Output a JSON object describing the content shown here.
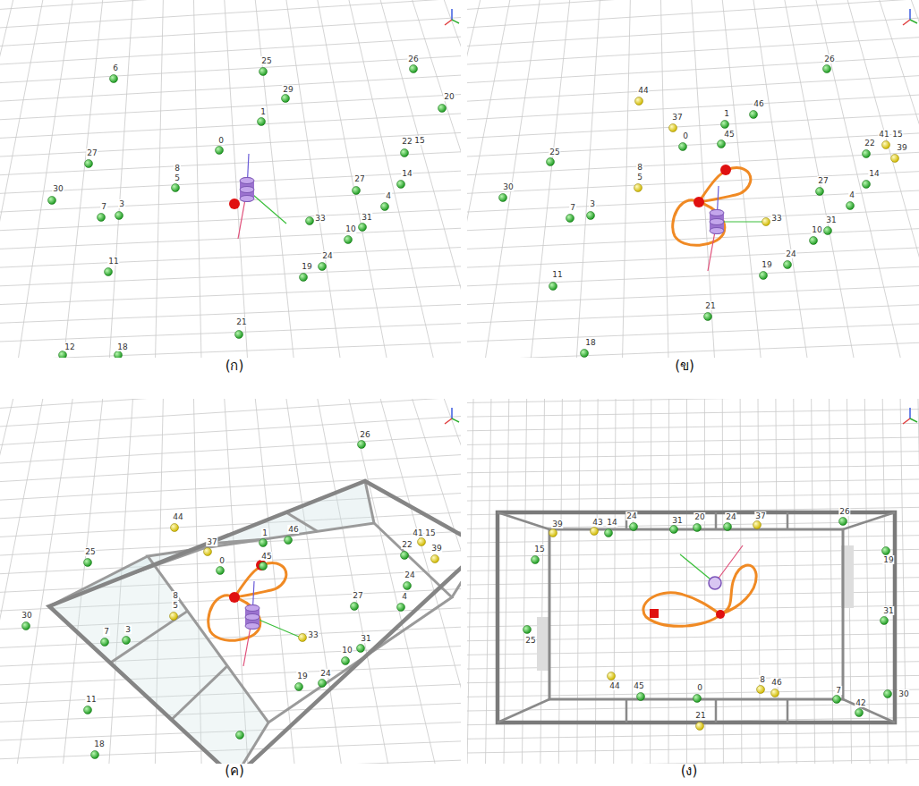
{
  "diagram": {
    "labels": [
      "6",
      "25",
      "26",
      "29",
      "1",
      "0",
      "20",
      "22",
      "15",
      "27",
      "8",
      "5",
      "27",
      "14",
      "4",
      "30",
      "7",
      "3",
      "33",
      "31",
      "10",
      "24",
      "19",
      "11",
      "21",
      "12",
      "18",
      "(ก)",
      "26",
      "44",
      "37",
      "1",
      "46",
      "45",
      "0",
      "41",
      "15",
      "22",
      "39",
      "25",
      "27",
      "14",
      "4",
      "8",
      "5",
      "30",
      "7",
      "3",
      "33",
      "31",
      "10",
      "24",
      "19",
      "11",
      "21",
      "18",
      "(ข)",
      "26",
      "44",
      "37",
      "1",
      "46",
      "45",
      "0",
      "41",
      "15",
      "22",
      "39",
      "25",
      "27",
      "24",
      "4",
      "8",
      "5",
      "30",
      "7",
      "3",
      "33",
      "31",
      "10",
      "24",
      "19",
      "11",
      "18",
      "(ค)",
      "39",
      "43",
      "14",
      "24",
      "31",
      "20",
      "24",
      "37",
      "26",
      "15",
      "25",
      "19",
      "31",
      "44",
      "45",
      "0",
      "8",
      "46",
      "7",
      "42",
      "30",
      "21",
      "(ง)"
    ]
  }
}
